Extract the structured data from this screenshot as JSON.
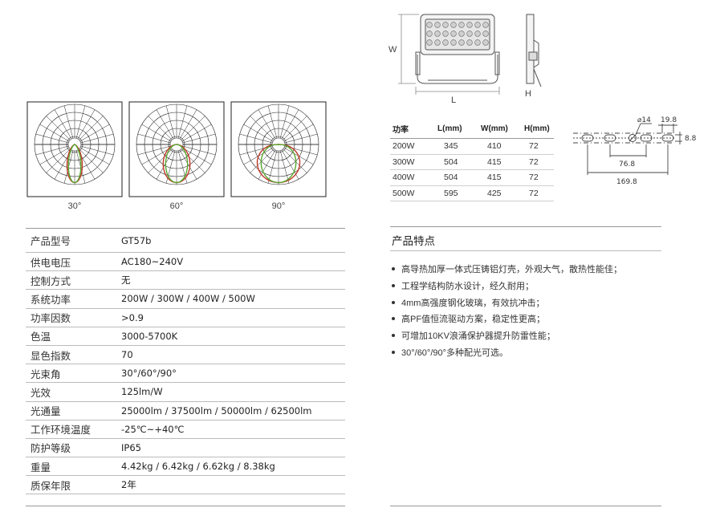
{
  "photometrics": {
    "labels": [
      "30°",
      "60°",
      "90°"
    ]
  },
  "dimension_drawing": {
    "width_label": "W",
    "length_label": "L",
    "height_label": "H"
  },
  "dimension_table": {
    "headers": [
      "功率",
      "L(mm)",
      "W(mm)",
      "H(mm)"
    ],
    "rows": [
      [
        "200W",
        "345",
        "410",
        "72"
      ],
      [
        "300W",
        "504",
        "415",
        "72"
      ],
      [
        "400W",
        "504",
        "415",
        "72"
      ],
      [
        "500W",
        "595",
        "425",
        "72"
      ]
    ]
  },
  "mount_drawing": {
    "hole_diameter": "⌀14",
    "slot_length": "19.8",
    "slot_height": "8.8",
    "inner_spacing": "76.8",
    "outer_spacing": "169.8"
  },
  "specs": [
    {
      "key": "产品型号",
      "value": "GT57b"
    },
    {
      "key": "供电电压",
      "value": "AC180~240V"
    },
    {
      "key": "控制方式",
      "value": "无"
    },
    {
      "key": "系统功率",
      "value": "200W / 300W / 400W / 500W"
    },
    {
      "key": "功率因数",
      "value": ">0.9"
    },
    {
      "key": "色温",
      "value": "3000-5700K"
    },
    {
      "key": "显色指数",
      "value": "70"
    },
    {
      "key": "光束角",
      "value": "30°/60°/90°"
    },
    {
      "key": "光效",
      "value": "125lm/W"
    },
    {
      "key": "光通量",
      "value": "25000lm / 37500lm / 50000lm / 62500lm"
    },
    {
      "key": "工作环境温度",
      "value": "-25℃~+40℃"
    },
    {
      "key": "防护等级",
      "value": "IP65"
    },
    {
      "key": "重量",
      "value": "4.42kg / 6.42kg / 6.62kg / 8.38kg"
    },
    {
      "key": "质保年限",
      "value": "2年"
    }
  ],
  "features": {
    "title": "产品特点",
    "items": [
      "高导热加厚一体式压铸铝灯壳，外观大气，散热性能佳；",
      "工程学结构防水设计，经久耐用；",
      "4mm高强度钢化玻璃，有效抗冲击；",
      "高PF值恒流驱动方案，稳定性更高；",
      "可增加10KV浪涌保护器提升防雷性能；",
      "30°/60°/90°多种配光可选。"
    ]
  },
  "colors": {
    "curve_red": "#c0392b",
    "curve_green": "#5aa832",
    "rule": "#999999"
  }
}
